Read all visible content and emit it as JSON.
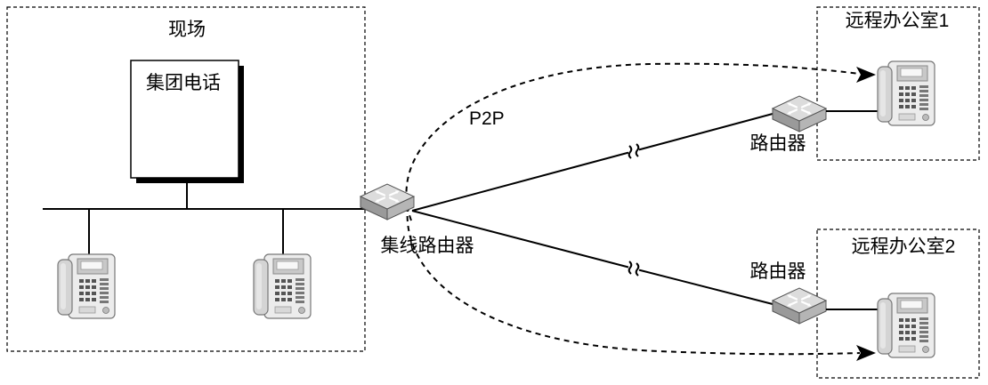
{
  "site": {
    "label": "现场"
  },
  "pbx": {
    "label": "集团电话"
  },
  "hub_router": {
    "label": "集线路由器"
  },
  "p2p": {
    "label": "P2P"
  },
  "remote_offices": [
    {
      "label": "远程办公室1",
      "router_label": "路由器"
    },
    {
      "label": "远程办公室2",
      "router_label": "路由器"
    }
  ],
  "icons": {
    "router": "router-icon",
    "phone": "phone-icon"
  },
  "colors": {
    "line": "#000000",
    "router_top": "#dcdcdc",
    "router_side": "#9a9a9a",
    "phone_body": "#ececec"
  }
}
